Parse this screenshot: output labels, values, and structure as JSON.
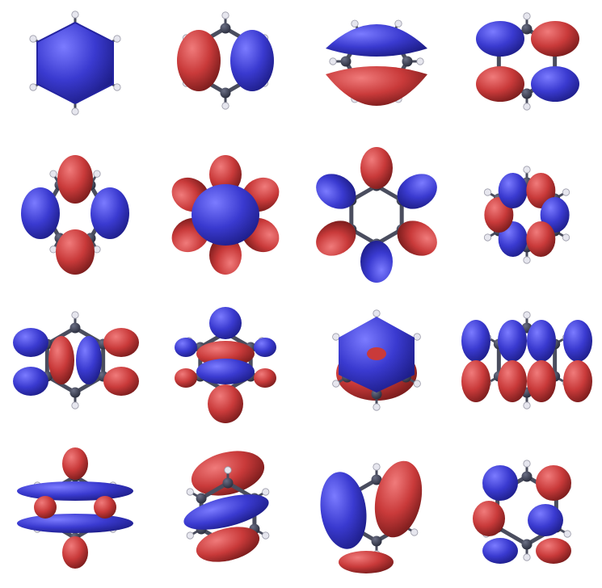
{
  "colors": {
    "background": "#ffffff",
    "positive_lobe": "#3a3ad0",
    "negative_lobe": "#c93a3a",
    "carbon": "#2d3040",
    "hydrogen": "#e6e6ee",
    "bond": "#4a4d5e"
  },
  "grid": {
    "rows": 4,
    "columns": 4
  },
  "orbitals": [
    {
      "kind": "ring-blue"
    },
    {
      "kind": "split-vertical"
    },
    {
      "kind": "split-horizontal"
    },
    {
      "kind": "quad-lobes"
    },
    {
      "kind": "tri-axis"
    },
    {
      "kind": "hex-center-blue"
    },
    {
      "kind": "hex-lobes-alt"
    },
    {
      "kind": "ring-alt-small"
    },
    {
      "kind": "cross-lobes"
    },
    {
      "kind": "hex-cross-center"
    },
    {
      "kind": "donut-blue"
    },
    {
      "kind": "quad-columns"
    },
    {
      "kind": "bands-horizontal"
    },
    {
      "kind": "tilted-slabs"
    },
    {
      "kind": "diagonal-split"
    },
    {
      "kind": "mixed-ring"
    }
  ]
}
